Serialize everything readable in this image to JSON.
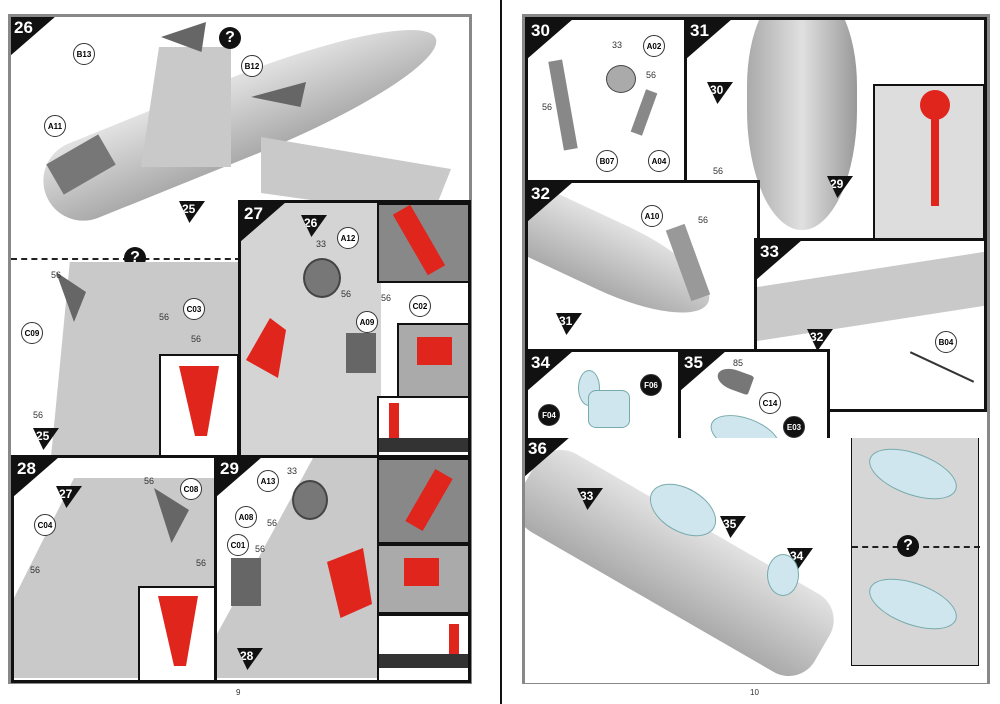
{
  "left_page": {
    "page_number": "9",
    "step26": {
      "number": "26",
      "parts": [
        "B13",
        "B12",
        "A11"
      ],
      "refs": [
        "25",
        "25"
      ],
      "mid_parts": [
        "C09",
        "C03"
      ],
      "nums": [
        "56",
        "56",
        "56",
        "56"
      ]
    },
    "step27": {
      "number": "27",
      "ref": "26",
      "parts": [
        "A12",
        "A09",
        "C02"
      ],
      "nums": [
        "33",
        "56",
        "56"
      ]
    },
    "step28": {
      "number": "28",
      "ref": "27",
      "parts": [
        "C08",
        "C04"
      ],
      "nums": [
        "56",
        "56",
        "56"
      ]
    },
    "step29": {
      "number": "29",
      "ref": "28",
      "parts": [
        "A13",
        "A08",
        "C01"
      ],
      "nums": [
        "33",
        "56",
        "56"
      ]
    },
    "question": "?"
  },
  "right_page": {
    "page_number": "10",
    "step30": {
      "number": "30",
      "parts": [
        "A02",
        "B07",
        "A04"
      ],
      "nums": [
        "33",
        "56",
        "56"
      ]
    },
    "step31": {
      "number": "31",
      "ref_top": "30",
      "ref": "29",
      "nums": [
        "56"
      ]
    },
    "step32": {
      "number": "32",
      "parts": [
        "A10"
      ],
      "nums": [
        "56"
      ],
      "ref": "31"
    },
    "step33": {
      "number": "33",
      "parts": [
        "B04"
      ],
      "ref": "32"
    },
    "step34": {
      "number": "34",
      "parts": [
        "F06",
        "F04"
      ]
    },
    "step35": {
      "number": "35",
      "parts": [
        "C14",
        "E03"
      ],
      "nums": [
        "85"
      ]
    },
    "step36": {
      "number": "36",
      "refs": [
        "33",
        "35",
        "34"
      ]
    },
    "question": "?"
  }
}
